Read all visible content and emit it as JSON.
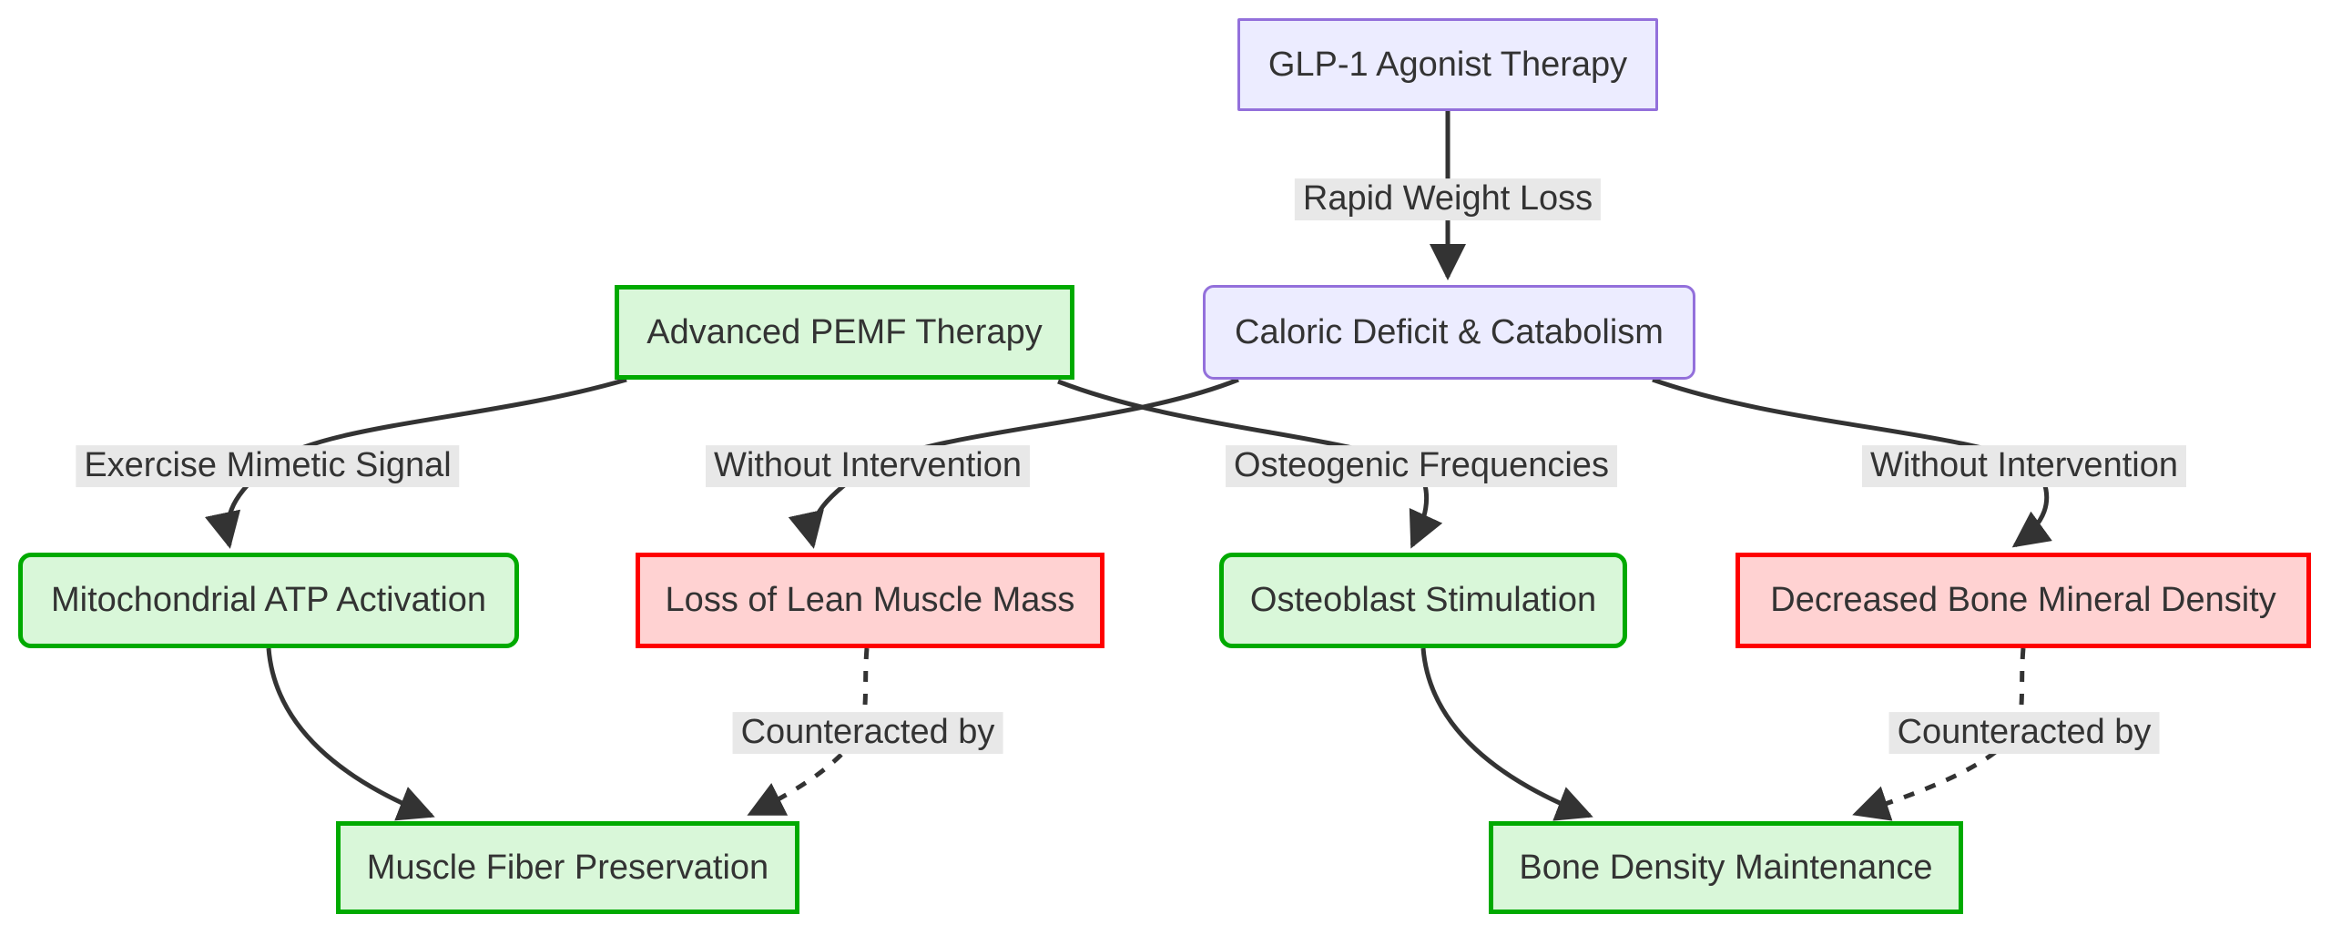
{
  "diagram": {
    "type": "flowchart",
    "orientation": "top-down",
    "background": "#ffffff",
    "colors": {
      "edge_stroke": "#333333",
      "text": "#333333",
      "edge_label_bg": "#e8e8e8",
      "purple_node_fill": "#ECECFF",
      "purple_node_border": "#9370DB",
      "green_node_fill": "#d9f7d9",
      "green_node_border": "#00aa00",
      "red_node_fill": "#ffd2d2",
      "red_node_border": "#ff0000"
    },
    "nodes": [
      {
        "id": "glp1",
        "label": "GLP-1 Agonist Therapy",
        "kind": "purple",
        "shape": "rect"
      },
      {
        "id": "pemf",
        "label": "Advanced PEMF Therapy",
        "kind": "green",
        "shape": "rect"
      },
      {
        "id": "caloric",
        "label": "Caloric Deficit & Catabolism",
        "kind": "purple",
        "shape": "rounded"
      },
      {
        "id": "mito",
        "label": "Mitochondrial ATP Activation",
        "kind": "green",
        "shape": "rounded"
      },
      {
        "id": "loss",
        "label": "Loss of Lean Muscle Mass",
        "kind": "red",
        "shape": "rect"
      },
      {
        "id": "osteo",
        "label": "Osteoblast Stimulation",
        "kind": "green",
        "shape": "rounded"
      },
      {
        "id": "bmd",
        "label": "Decreased Bone Mineral Density",
        "kind": "red",
        "shape": "rect"
      },
      {
        "id": "fiber",
        "label": "Muscle Fiber Preservation",
        "kind": "green",
        "shape": "rect"
      },
      {
        "id": "bonedens",
        "label": "Bone Density Maintenance",
        "kind": "green",
        "shape": "rect"
      }
    ],
    "edges": [
      {
        "from": "GLP-1 Agonist Therapy",
        "to": "Caloric Deficit & Catabolism",
        "label": "Rapid Weight Loss",
        "style": "solid"
      },
      {
        "from": "Advanced PEMF Therapy",
        "to": "Mitochondrial ATP Activation",
        "label": "Exercise Mimetic Signal",
        "style": "solid"
      },
      {
        "from": "Caloric Deficit & Catabolism",
        "to": "Loss of Lean Muscle Mass",
        "label": "Without Intervention",
        "style": "solid"
      },
      {
        "from": "Advanced PEMF Therapy",
        "to": "Osteoblast Stimulation",
        "label": "Osteogenic Frequencies",
        "style": "solid"
      },
      {
        "from": "Caloric Deficit & Catabolism",
        "to": "Decreased Bone Mineral Density",
        "label": "Without Intervention",
        "style": "solid"
      },
      {
        "from": "Mitochondrial ATP Activation",
        "to": "Muscle Fiber Preservation",
        "label": "",
        "style": "solid"
      },
      {
        "from": "Loss of Lean Muscle Mass",
        "to": "Muscle Fiber Preservation",
        "label": "Counteracted by",
        "style": "dotted"
      },
      {
        "from": "Osteoblast Stimulation",
        "to": "Bone Density Maintenance",
        "label": "",
        "style": "solid"
      },
      {
        "from": "Decreased Bone Mineral Density",
        "to": "Bone Density Maintenance",
        "label": "Counteracted by",
        "style": "dotted"
      }
    ]
  }
}
